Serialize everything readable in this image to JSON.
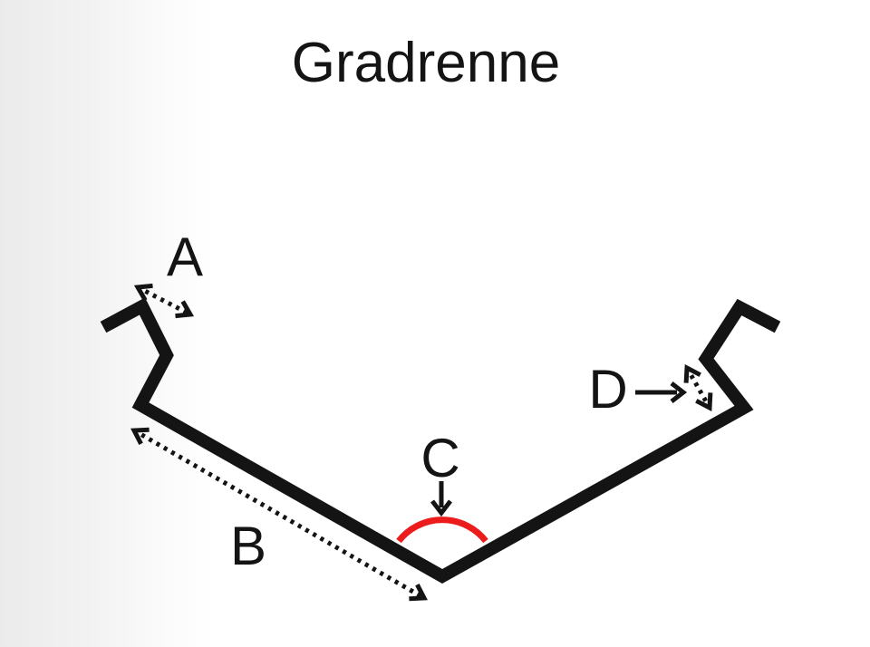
{
  "slide": {
    "title": "Gradrenne"
  },
  "diagram": {
    "labels": {
      "a": "A",
      "b": "B",
      "c": "C",
      "d": "D"
    },
    "colors": {
      "ink": "#141414",
      "angle_arc_red": "#ed1c1c"
    }
  }
}
